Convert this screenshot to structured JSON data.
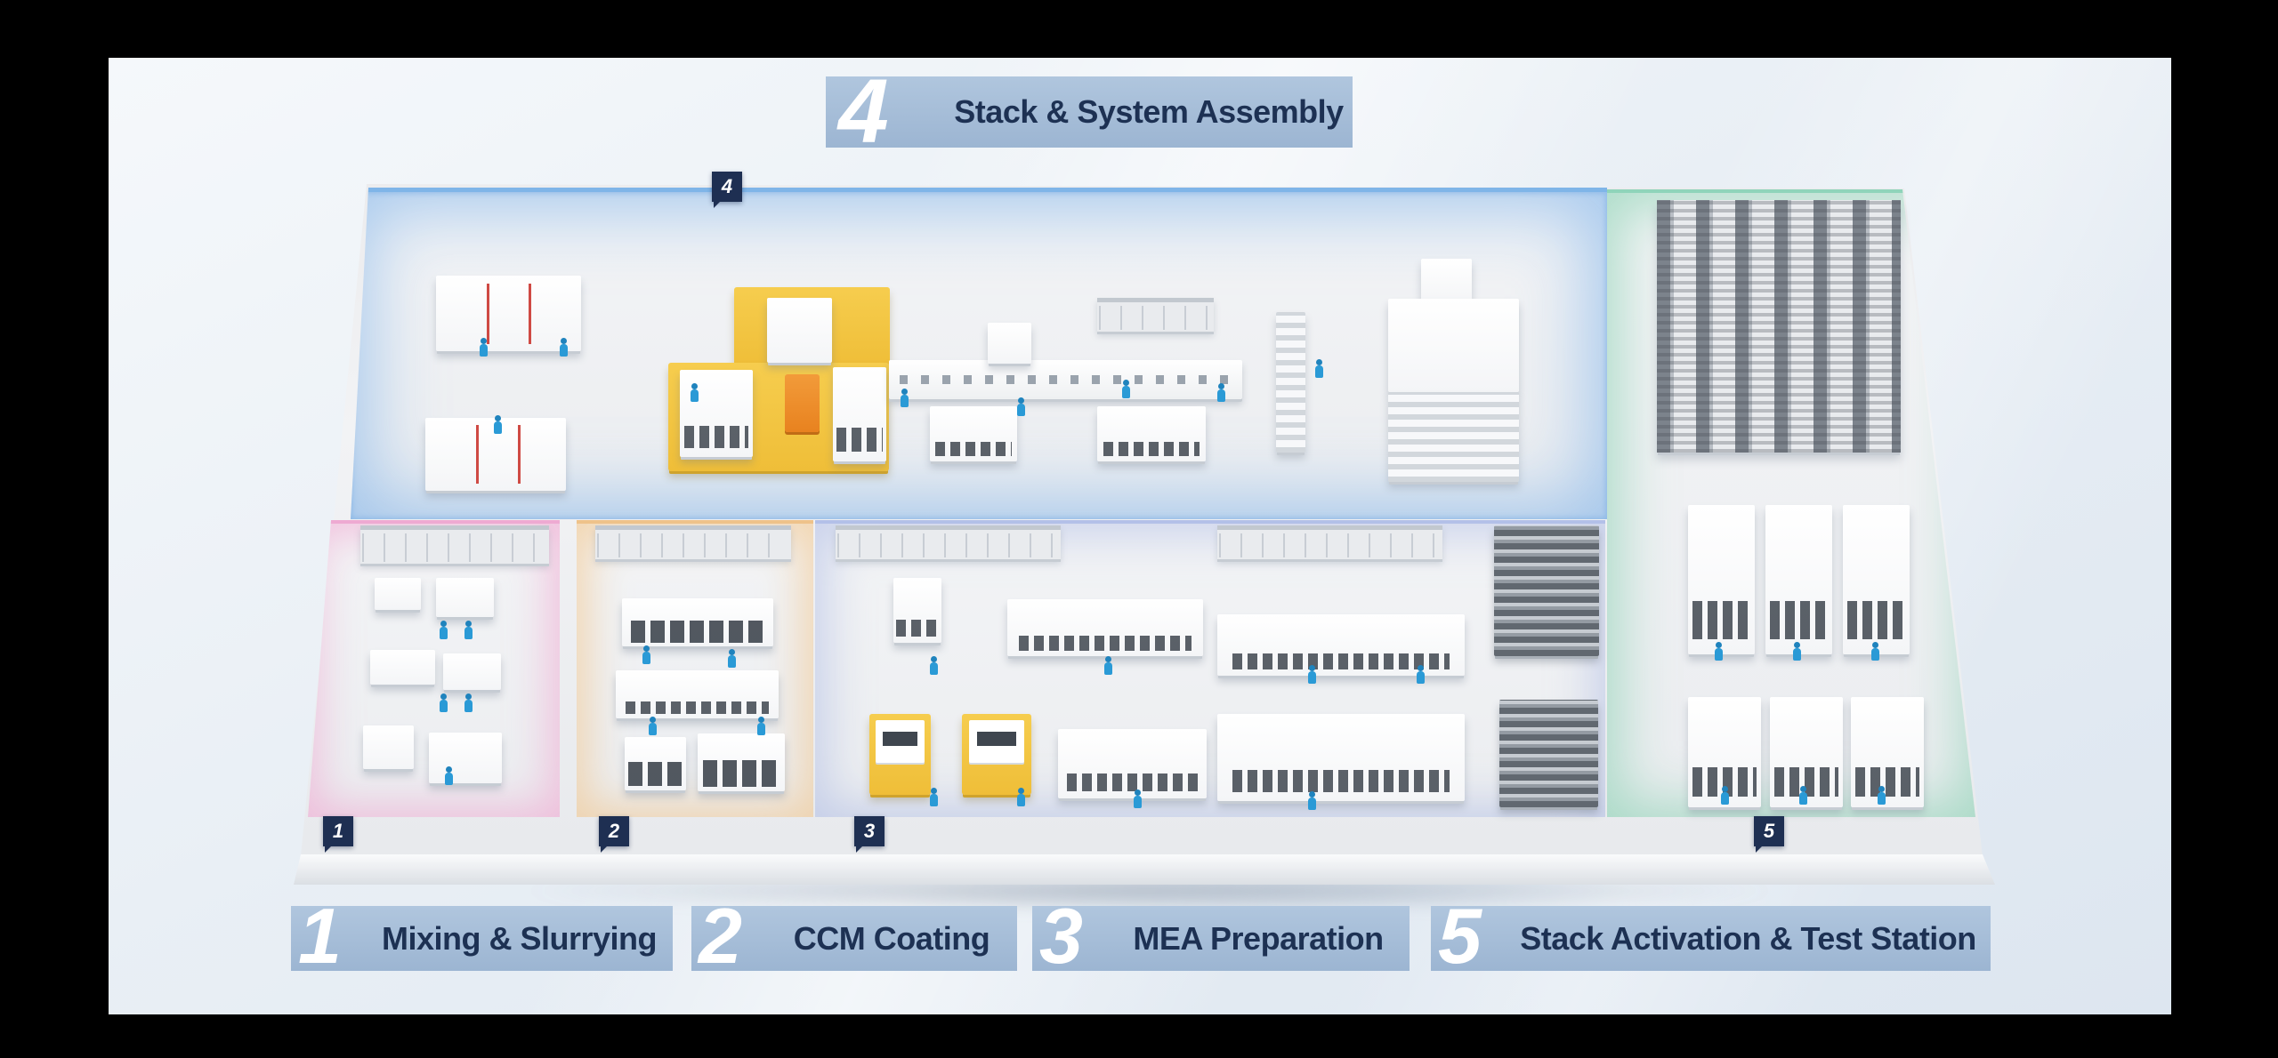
{
  "top_banner": {
    "number": "4",
    "label": "Stack & System Assembly"
  },
  "markers": [
    {
      "id": "zone-4",
      "number": "4"
    },
    {
      "id": "zone-1",
      "number": "1"
    },
    {
      "id": "zone-2",
      "number": "2"
    },
    {
      "id": "zone-3",
      "number": "3"
    },
    {
      "id": "zone-5",
      "number": "5"
    }
  ],
  "legend": {
    "items": [
      {
        "number": "1",
        "label": "Mixing & Slurrying"
      },
      {
        "number": "2",
        "label": "CCM Coating"
      },
      {
        "number": "3",
        "label": "MEA Preparation"
      },
      {
        "number": "5",
        "label": "Stack Activation & Test Station"
      }
    ]
  },
  "colors": {
    "banner_blue": "#a7bedb",
    "navy": "#1d3153",
    "zone_assembly_blue": "#7fb5e8",
    "zone_mixing_pink": "#eeaad2",
    "zone_coating_orange": "#eec28a",
    "zone_mea_lavender": "#b3c0e8",
    "zone_test_green": "#8fd4ba",
    "accent_yellow": "#f2c340",
    "worker_blue": "#2a9ad6"
  }
}
